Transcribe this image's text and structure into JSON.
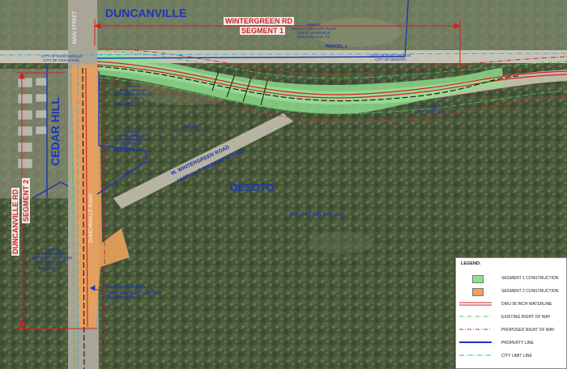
{
  "colors": {
    "segment1": "#8fe08f",
    "segment2": "#f0a060",
    "waterline": "#d42020",
    "property_line": "#1a36b8",
    "city_limit": "#29b0d8",
    "row_existing": "#4fbf4f",
    "row_proposed": "#c23030"
  },
  "map": {
    "cities": {
      "duncanville": "DUNCANVILLE",
      "desoto": "DESOTO",
      "cedar_hill": "CEDAR HILL"
    },
    "roads": {
      "main_street": "MAIN STREET",
      "duncanville_road": "DUNCANVILLE ROAD",
      "w_wintergreen_line1": "W. WINTERGREEN ROAD",
      "w_wintergreen_line2": "(ASPHALT TO BE REMOVED)"
    },
    "segments": {
      "wintergreen_line1": "WINTERGREEN RD",
      "wintergreen_line2": "SEGMENT 1",
      "duncanville_line1": "DUNCANVILLE RD",
      "duncanville_line2": "SEGMENT 2"
    },
    "preserve": "Windmill Hill Preserve",
    "parcels": {
      "parcel1": "PARCEL 1",
      "parcel5": "PARCEL 5",
      "parcel4": "PARCEL 4",
      "parcel3": "PARCEL 3"
    },
    "city_limit_labels": {
      "left": "CITY OF DUNCANVILLE\nCITY OF CEDAR HILL",
      "right": "CITY OF DUNCANVILLE\nCITY OF DESOTO"
    },
    "owners": {
      "parcel1_owner": "OWNER\nDONALD GREGORY RUSH\n2555 E. WINDFIELD\nDUNCANVILLE, TX",
      "dallas_right": "OWNER\nCOUNTY OF DALLAS",
      "dallas_mid": "OWNER\nCOUNTY OF DALLAS",
      "parcel5_owner": "OWNER\nRAMI MEYERS\nWINTERGREEN ROAD\nDESOTO, TX",
      "parcel4_owner": "OWNER\nMARIO ROBLES\nMARIO ROBLES LTD\nDESOTO, TX",
      "parcel3_owner": "OWNER\nSTAMPS MOON\n1900 DUNCANVILLE RD\nCEDAR HILL, TX"
    },
    "callout": "Existing ROW Line\nIs also Cedar Hill - DeSoto\nCity Limit Line"
  },
  "legend": {
    "title": "LEGEND:",
    "items": [
      {
        "label": "SEGMENT 1 CONSTRUCTION",
        "kind": "fill-green"
      },
      {
        "label": "SEGMENT 2 CONSTRUCTION",
        "kind": "fill-orange"
      },
      {
        "label": "DWU 96 INCH WATERLINE",
        "kind": "waterline"
      },
      {
        "label": "EXISTING RIGHT OF WAY",
        "kind": "existing-row"
      },
      {
        "label": "PROPOSED RIGHT OF WAY",
        "kind": "proposed-row"
      },
      {
        "label": "PROPERTY LINE",
        "kind": "property-line"
      },
      {
        "label": "CITY LIMIT LINE",
        "kind": "city-limit"
      }
    ]
  }
}
